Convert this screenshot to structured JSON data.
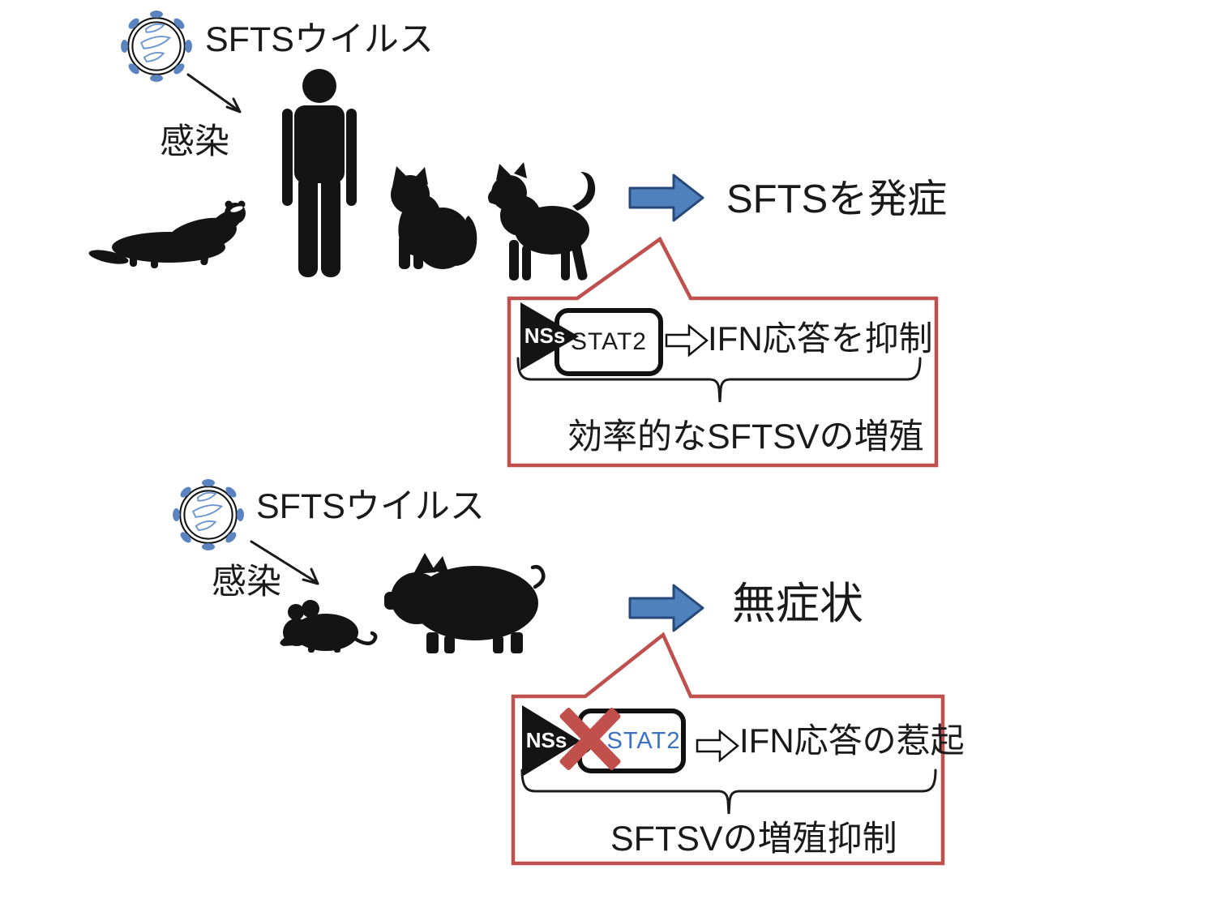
{
  "sections": {
    "top": {
      "virus_label": "SFTSウイルス",
      "infection_label": "感染",
      "outcome_label": "SFTSを発症",
      "callout": {
        "nss": "NSs",
        "stat2": "STAT2",
        "effect": "IFN応答を抑制",
        "summary": "効率的なSFTSVの増殖"
      }
    },
    "bottom": {
      "virus_label": "SFTSウイルス",
      "infection_label": "感染",
      "outcome_label": "無症状",
      "callout": {
        "nss": "NSs",
        "stat2": "STAT2",
        "effect": "IFN応答の惹起",
        "summary": "SFTSVの増殖抑制"
      }
    }
  },
  "icons": {
    "virus": "enveloped-virus-particle-with-spikes-and-rna-segments",
    "top_hosts": [
      "ferret-silhouette",
      "human-silhouette",
      "cat-silhouette",
      "dog-silhouette"
    ],
    "bottom_hosts": [
      "mouse-silhouette",
      "pig-silhouette"
    ],
    "big_arrow": "solid-blue-right-arrow",
    "hollow_arrow": "outline-right-arrow",
    "cross": "red-x-blocked-interaction"
  },
  "colors": {
    "callout_red": "#C0504D",
    "cross_red": "#C14F4C",
    "arrow_blue_fill": "#4F81BD",
    "arrow_blue_border": "#27497A",
    "stat2_text_blue": "#3D72C0",
    "virus_capsid_blue": "#5B83C0",
    "virus_rna_blue": "#6C96CF",
    "silhouette_black": "#141414"
  }
}
